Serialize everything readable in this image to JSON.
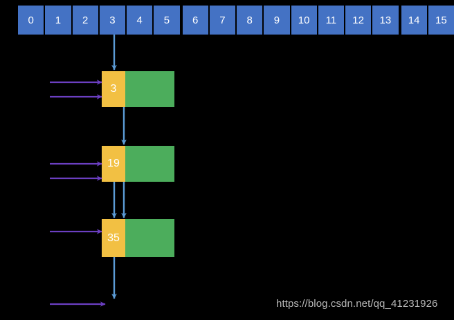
{
  "diagram": {
    "title": "hash-table-separate-chaining-diagram",
    "colors": {
      "bucket_blue": "#4472C4",
      "key_orange": "#F2C043",
      "value_green": "#4CAD5C",
      "pointer_blue": "#5B9BD5",
      "insert_purple": "#6B3FC2",
      "background": "#000000",
      "text_white": "#FFFFFF",
      "watermark_gray": "#B9B9B9"
    },
    "index_row": {
      "name": "bucket-index-row",
      "cells": [
        {
          "label": "0",
          "group_break": false
        },
        {
          "label": "1",
          "group_break": false
        },
        {
          "label": "2",
          "group_break": false
        },
        {
          "label": "3",
          "group_break": false
        },
        {
          "label": "4",
          "group_break": false
        },
        {
          "label": "5",
          "group_break": false
        },
        {
          "label": "6",
          "group_break": true
        },
        {
          "label": "7",
          "group_break": false
        },
        {
          "label": "8",
          "group_break": false
        },
        {
          "label": "9",
          "group_break": false
        },
        {
          "label": "10",
          "group_break": false
        },
        {
          "label": "11",
          "group_break": false
        },
        {
          "label": "12",
          "group_break": false
        },
        {
          "label": "13",
          "group_break": false
        },
        {
          "label": "14",
          "group_break": true
        },
        {
          "label": "15",
          "group_break": false
        }
      ],
      "active_cell": "3"
    },
    "chain_nodes": [
      {
        "key": "3",
        "value": "",
        "incoming_insert_arrows": 2
      },
      {
        "key": "19",
        "value": "",
        "incoming_insert_arrows": 2
      },
      {
        "key": "35",
        "value": "",
        "incoming_insert_arrows": 1
      }
    ],
    "tail_insert_arrows": 1
  },
  "watermark": {
    "text": "https://blog.csdn.net/qq_41231926"
  }
}
